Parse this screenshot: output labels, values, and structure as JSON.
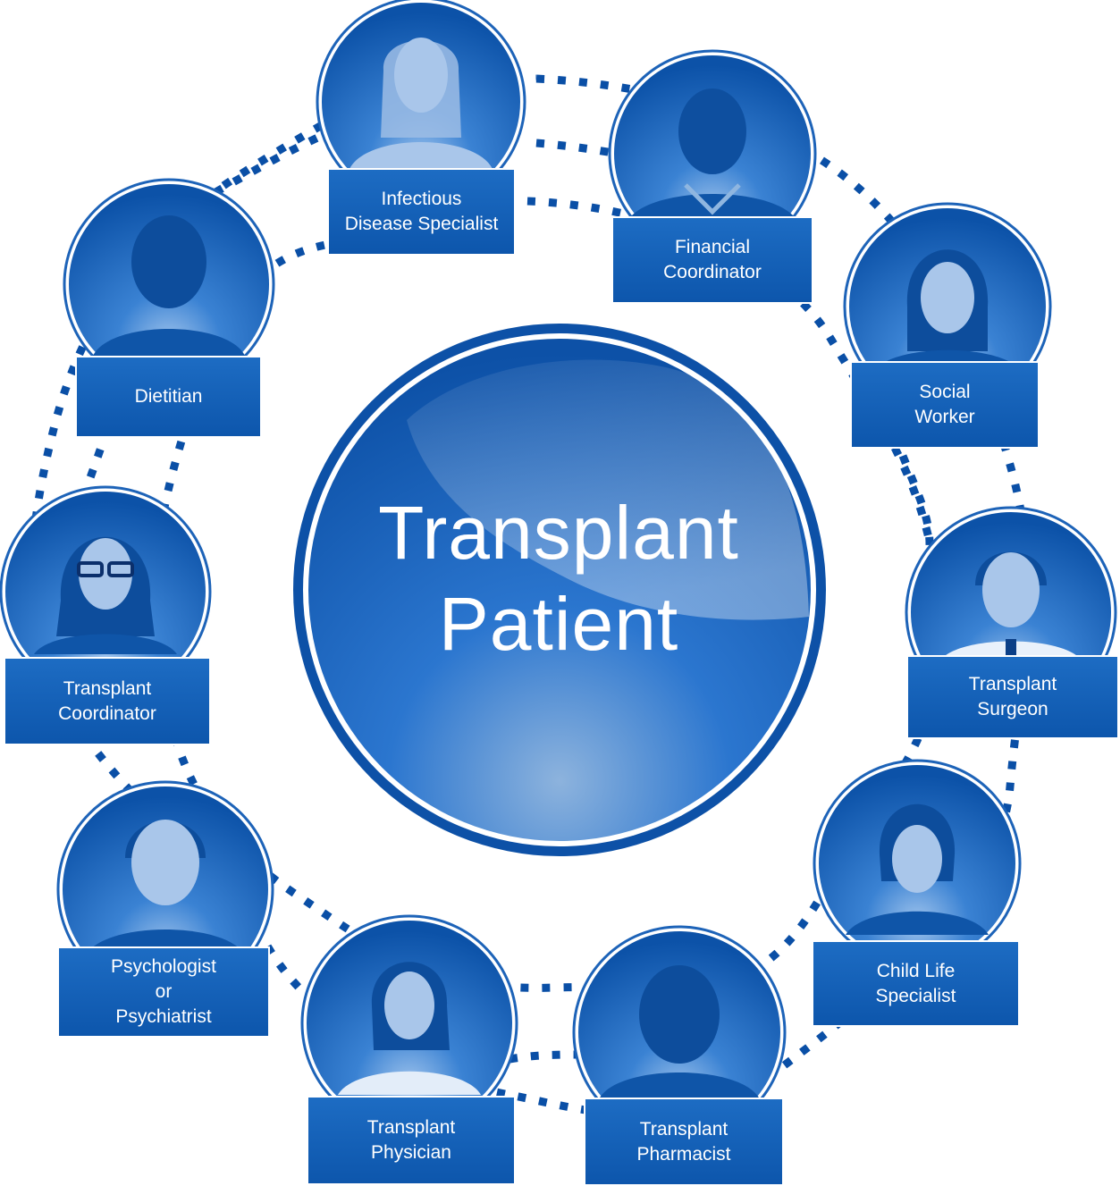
{
  "center": {
    "line1": "Transplant",
    "line2": "Patient"
  },
  "roles": {
    "infectious": {
      "line1": "Infectious",
      "line2": "Disease Specialist"
    },
    "financial": {
      "line1": "Financial",
      "line2": "Coordinator"
    },
    "social": {
      "line1": "Social",
      "line2": "Worker"
    },
    "surgeon": {
      "line1": "Transplant",
      "line2": "Surgeon"
    },
    "childlife": {
      "line1": "Child Life",
      "line2": "Specialist"
    },
    "pharmacist": {
      "line1": "Transplant",
      "line2": "Pharmacist"
    },
    "physician": {
      "line1": "Transplant",
      "line2": "Physician"
    },
    "psych": {
      "line1": "Psychologist",
      "line2": "or",
      "line3": "Psychiatrist"
    },
    "coordinator": {
      "line1": "Transplant",
      "line2": "Coordinator"
    },
    "dietitian": {
      "line1": "Dietitian"
    }
  },
  "colors": {
    "primary": "#0d56ac",
    "light": "#8fb6e0",
    "dots": "#0a4fa6"
  }
}
